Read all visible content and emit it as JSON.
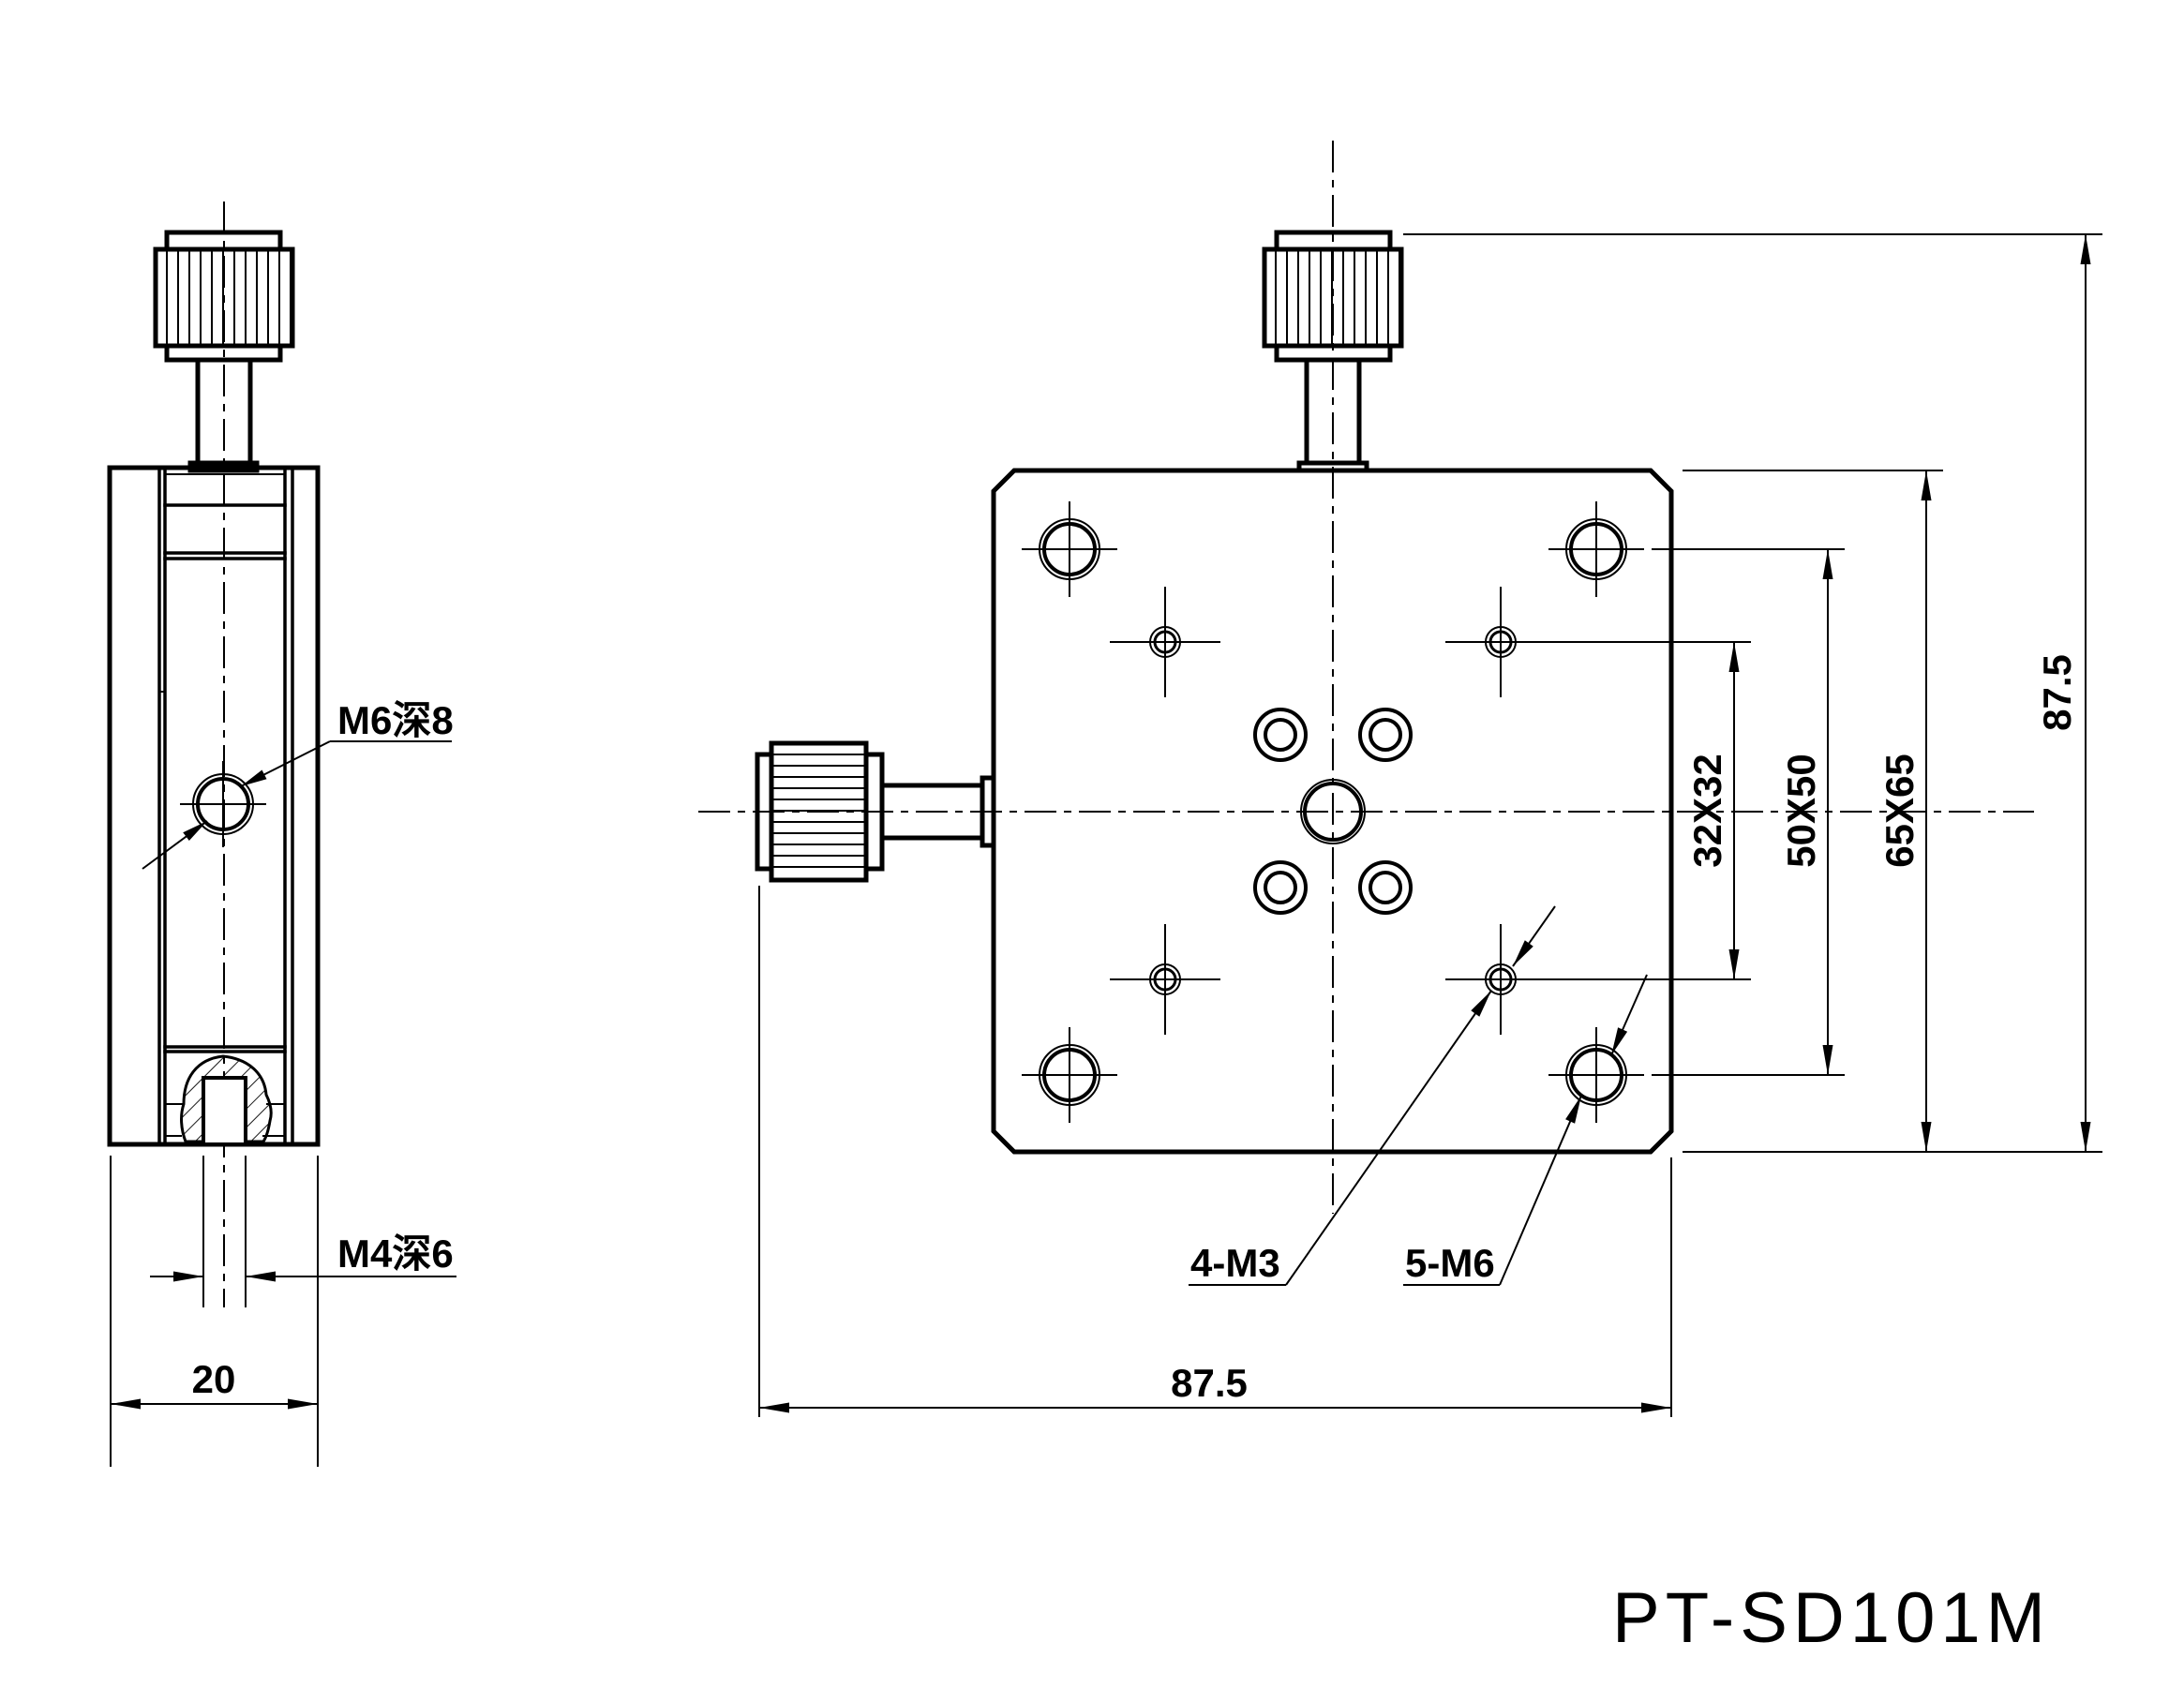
{
  "part_number": "PT-SD101M",
  "side_view": {
    "label_m6": "M6深8",
    "label_m4": "M4深6",
    "dim_width": "20"
  },
  "front_view": {
    "label_4m3": "4-M3",
    "label_5m6": "5-M6",
    "dim_width_bottom": "87.5",
    "dim_height_right": "87.5",
    "dim_pattern_32": "32X32",
    "dim_pattern_50": "50X50",
    "dim_pattern_65": "65X65"
  },
  "colors": {
    "line": "#000000",
    "background": "#ffffff"
  }
}
